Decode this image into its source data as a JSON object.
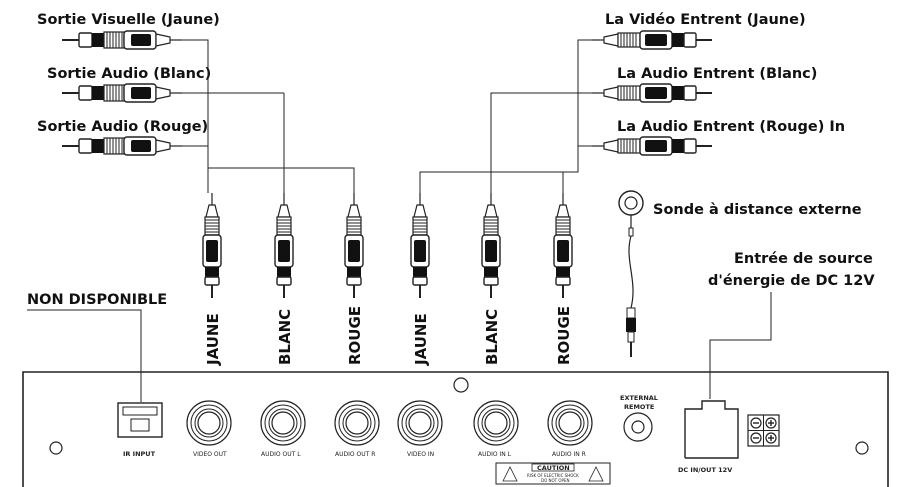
{
  "labels": {
    "out_video": "Sortie Visuelle (Jaune)",
    "out_audio_white": "Sortie Audio (Blanc)",
    "out_audio_red": "Sortie Audio (Rouge)",
    "in_video": "La Vidéo Entrent (Jaune)",
    "in_audio_white": "La Audio Entrent (Blanc)",
    "in_audio_red": "La Audio Entrent (Rouge) In",
    "remote_probe": "Sonde à distance externe",
    "power_line1": "Entrée de source",
    "power_line2": "d'énergie de DC 12V",
    "not_available": "NON DISPONIBLE"
  },
  "plug_colors": [
    "JAUNE",
    "BLANC",
    "ROUGE",
    "JAUNE",
    "BLANC",
    "ROUGE"
  ],
  "panel": {
    "ir_input": "IR INPUT",
    "video_out": "VIDEO OUT",
    "audio_out_l": "AUDIO OUT L",
    "audio_out_r": "AUDIO OUT R",
    "video_in": "VIDEO IN",
    "audio_in_l": "AUDIO IN L",
    "audio_in_r": "AUDIO IN R",
    "external_line1": "EXTERNAL",
    "external_line2": "REMOTE",
    "dc": "DC IN/OUT 12V",
    "caution_title": "CAUTION",
    "caution_line1": "RISK OF ELECTRIC SHOCK",
    "caution_line2": "DO NOT OPEN"
  }
}
